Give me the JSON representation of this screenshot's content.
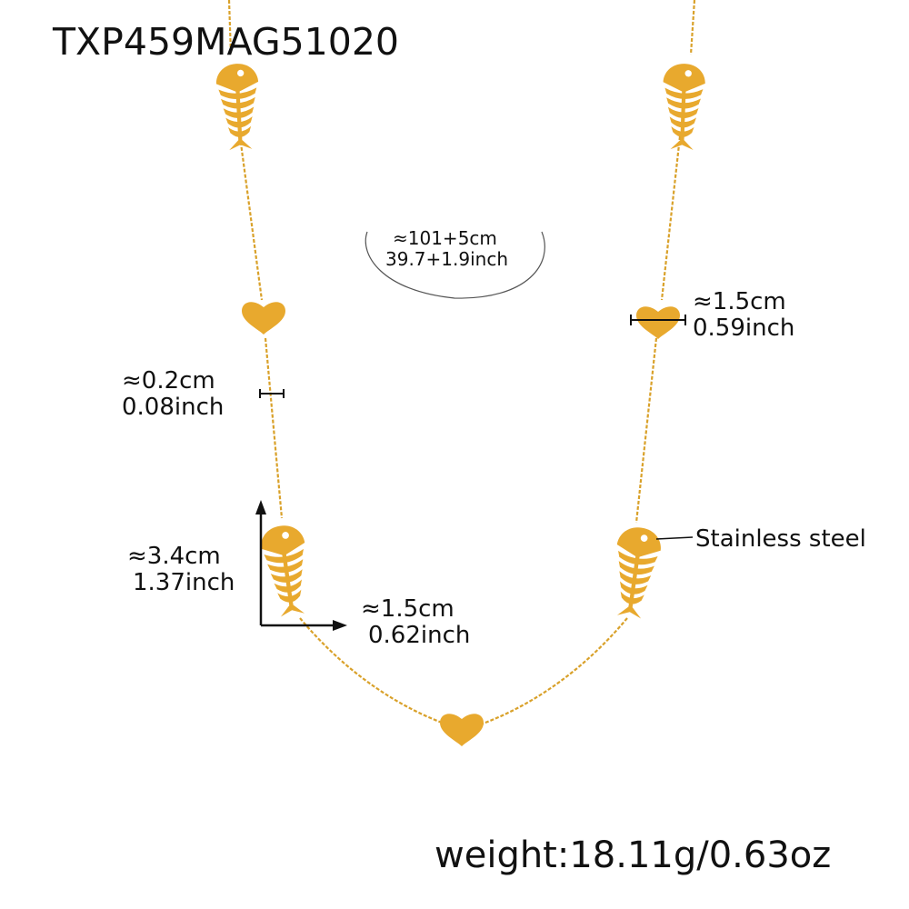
{
  "product": {
    "sku": "TXP459MAG51020",
    "material_label": "Stainless steel",
    "weight_label": "weight:18.11g/0.63oz",
    "colors": {
      "gold": "#E8A92E",
      "gold_dark": "#C98A1C",
      "text": "#111111"
    }
  },
  "dimensions": {
    "total_length": {
      "cm": "≈101+5cm",
      "inch": "39.7+1.9inch"
    },
    "heart_width": {
      "cm": "≈1.5cm",
      "inch": "0.59inch"
    },
    "chain_width": {
      "cm": "≈0.2cm",
      "inch": "0.08inch"
    },
    "fish_height": {
      "cm": "≈3.4cm",
      "inch": "1.37inch"
    },
    "fish_width": {
      "cm": "≈1.5cm",
      "inch": "0.62inch"
    }
  },
  "pendants": [
    {
      "type": "fishbone",
      "position": "top-left"
    },
    {
      "type": "fishbone",
      "position": "top-right"
    },
    {
      "type": "heart",
      "position": "mid-left"
    },
    {
      "type": "heart",
      "position": "mid-right"
    },
    {
      "type": "fishbone",
      "position": "lower-left"
    },
    {
      "type": "fishbone",
      "position": "lower-right"
    },
    {
      "type": "heart",
      "position": "bottom-center"
    }
  ]
}
